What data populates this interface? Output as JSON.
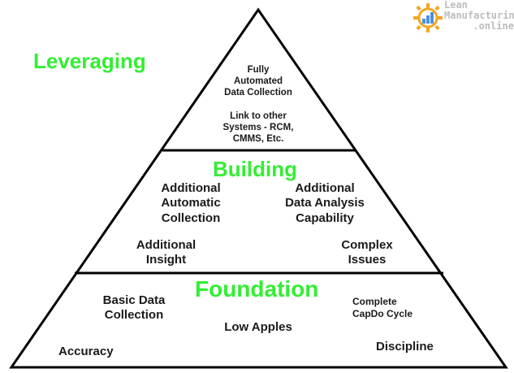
{
  "levels": {
    "top": "Leveraging",
    "middle": "Building",
    "bottom": "Foundation"
  },
  "top_tier": {
    "item1": [
      "Fully",
      "Automated",
      "Data Collection"
    ],
    "item2": [
      "Link  to other",
      "Systems - RCM,",
      "CMMS, Etc."
    ]
  },
  "middle_tier": {
    "item1": [
      "Additional",
      "Automatic",
      "Collection"
    ],
    "item2": [
      "Additional",
      "Data Analysis",
      "Capability"
    ],
    "item3": [
      "Additional",
      "Insight"
    ],
    "item4": [
      "Complex",
      "Issues"
    ]
  },
  "bottom_tier": {
    "item1": [
      "Basic Data",
      "Collection"
    ],
    "item2": "Low Apples",
    "item3": [
      "Complete",
      "CapDo Cycle"
    ],
    "item4": "Accuracy",
    "item5": "Discipline"
  },
  "logo": {
    "lines": [
      "Lean",
      "Manufacturing",
      ".online"
    ],
    "icon": "gear-chart-icon"
  },
  "colors": {
    "level_label": "#33ee33",
    "outline": "#000000",
    "text": "#1a1a1a",
    "logo_gray": "#bcbcbc",
    "logo_orange": "#f5a623",
    "logo_blue": "#4a90e2"
  }
}
